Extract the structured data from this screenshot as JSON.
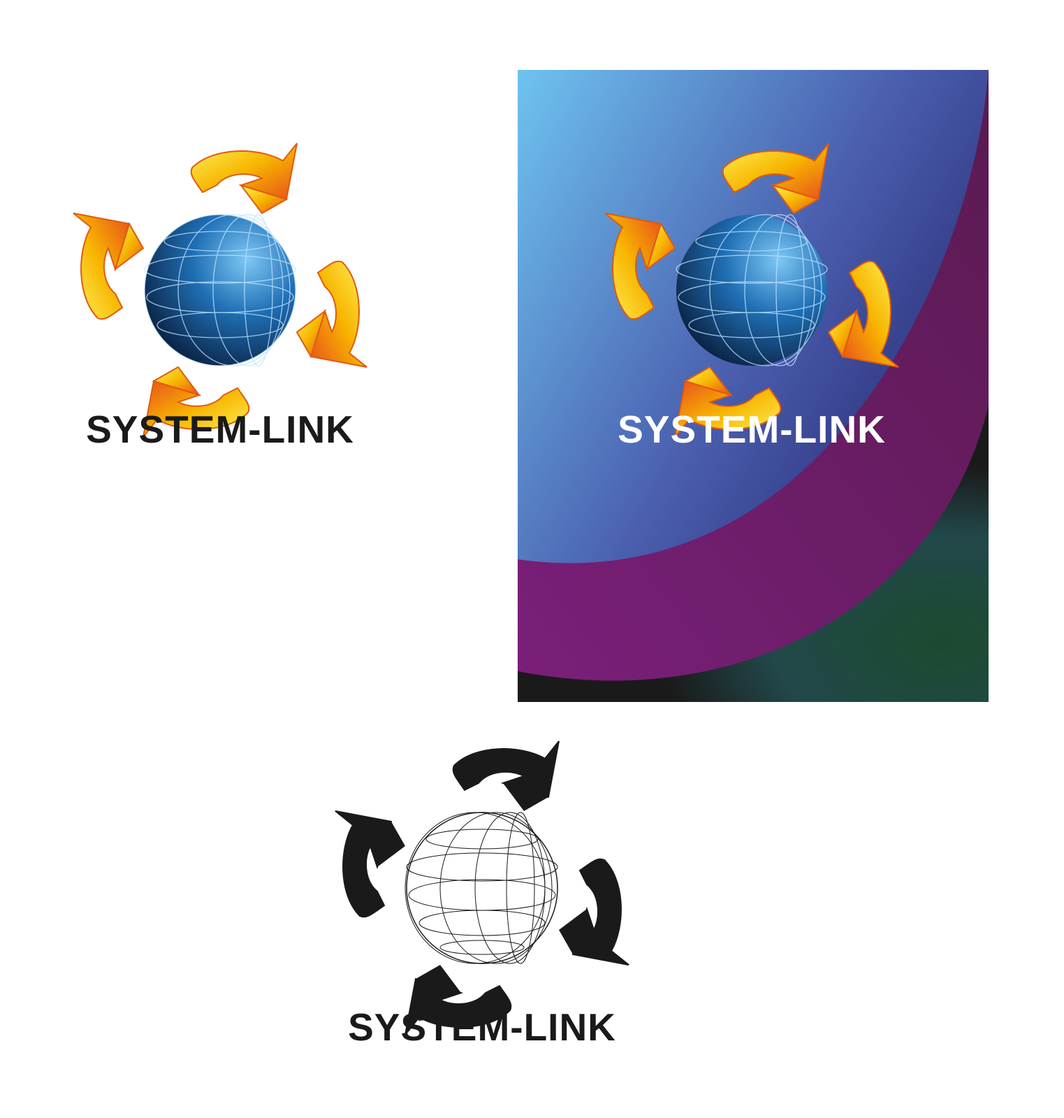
{
  "logos": {
    "color_version": {
      "text": "SYSTEM-LINK",
      "ribbon_color": "#f5b400",
      "globe_color": "#1f6fb5",
      "text_color": "#1a1a1a"
    },
    "poster_version": {
      "text": "SYSTEM-LINK",
      "text_color": "#ffffff"
    },
    "mono_version": {
      "text": "SYSTEM-LINK",
      "ribbon_color": "#1a1a1a",
      "text_color": "#1a1a1a"
    }
  },
  "poster": {
    "background_colors": [
      "#6ec3f0",
      "#3d4b9a",
      "#6b1f6a",
      "#1f4a33",
      "#1a1a1a"
    ]
  }
}
